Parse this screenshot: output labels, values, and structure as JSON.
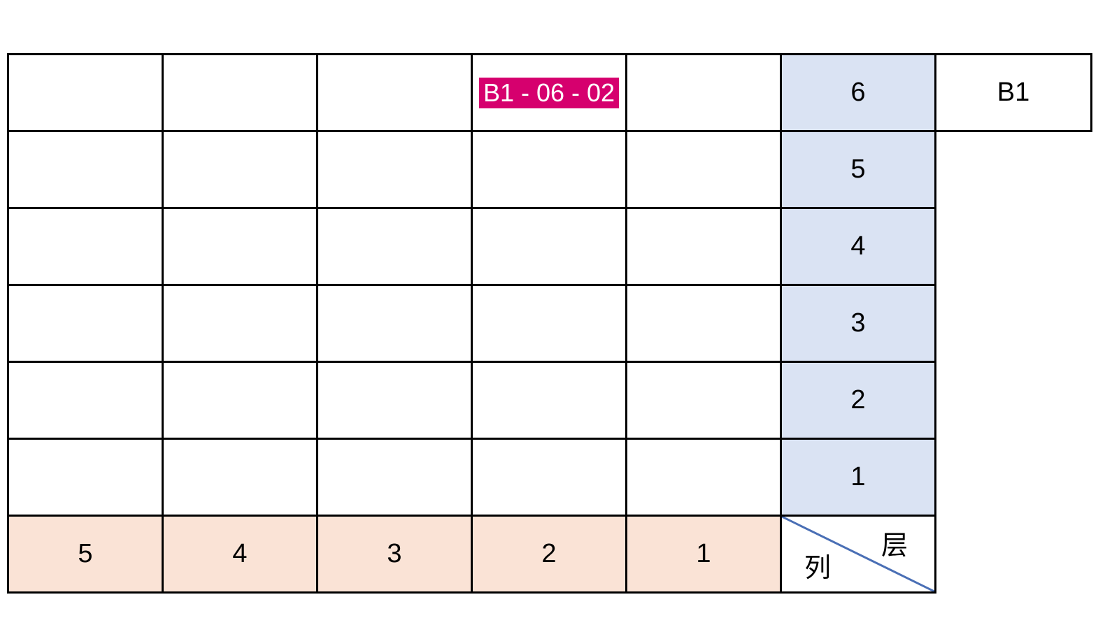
{
  "rack": {
    "name": "B1"
  },
  "location_tag": {
    "text": "B1 - 06 - 02",
    "level": 6,
    "column": 2,
    "color": "#d6006e"
  },
  "levels": [
    "6",
    "5",
    "4",
    "3",
    "2",
    "1"
  ],
  "columns": [
    "5",
    "4",
    "3",
    "2",
    "1"
  ],
  "corner": {
    "level_label": "层",
    "column_label": "列",
    "line_color": "#4a6fb5"
  },
  "colors": {
    "level_header": "#dae3f3",
    "column_header": "#fae3d6",
    "border": "#000000"
  }
}
